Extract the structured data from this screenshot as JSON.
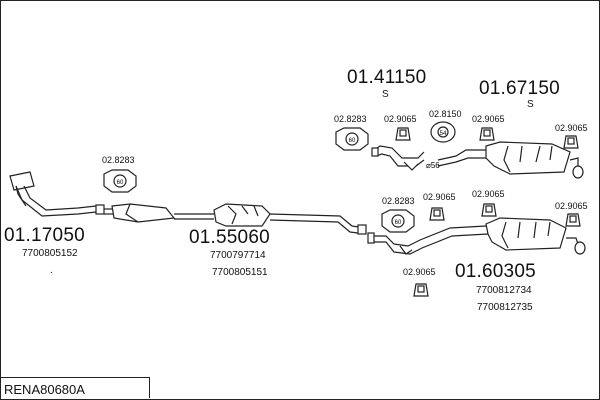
{
  "diagram_code": "RENA80680A",
  "parts": {
    "front_pipe": {
      "number": "01.17050",
      "refs": [
        "7700805152"
      ]
    },
    "middle_section": {
      "number": "01.55060",
      "refs": [
        "7700797714",
        "7700805151"
      ]
    },
    "rear_upper": {
      "number": "01.41150",
      "suffix": "S"
    },
    "rear_upper_right": {
      "number": "01.67150",
      "suffix": "S"
    },
    "rear_lower": {
      "number": "01.60305",
      "refs": [
        "7700812734",
        "7700812735"
      ]
    }
  },
  "accessories": {
    "clamp_front": "02.8283",
    "clamp_upper": "02.8283",
    "hanger_upper_1": "02.9065",
    "ring_upper": "02.8150",
    "hanger_upper_2": "02.9065",
    "hanger_upper_3": "02.9065",
    "clamp_lower": "02.8283",
    "hanger_lower_1": "02.9065",
    "hanger_lower_2": "02.9065",
    "hanger_lower_3": "02.9065",
    "hanger_lower_4": "02.9065"
  },
  "ring_markings": {
    "clamp_front": "60",
    "clamp_upper": "60",
    "ring_upper": "54",
    "clamp_lower": "60"
  },
  "small_note": "⌀56",
  "dot_mark": "."
}
